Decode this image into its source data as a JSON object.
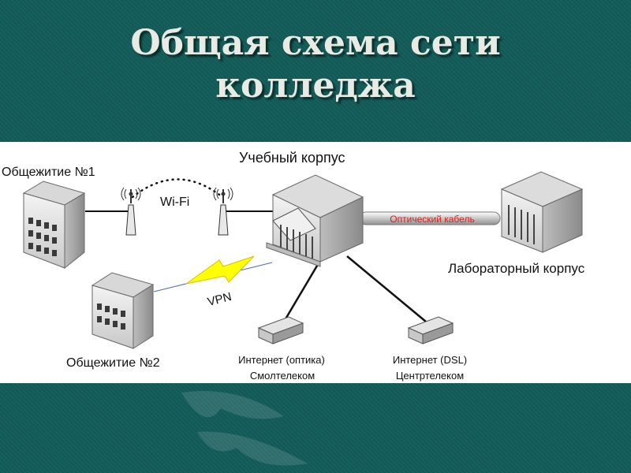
{
  "slide": {
    "title_line1": "Общая схема сети",
    "title_line2": "колледжа"
  },
  "diagram": {
    "main_building": "Учебный корпус",
    "dorm1": "Общежитие №1",
    "dorm2": "Общежитие №2",
    "lab_building": "Лабораторный корпус",
    "wifi_label": "Wi-Fi",
    "vpn_label": "VPN",
    "fiber_label": "Оптический кабель",
    "internet1_line1": "Интернет (оптика)",
    "internet1_line2": "Смолтелеком",
    "internet2_line1": "Интернет (DSL)",
    "internet2_line2": "Центртелеком"
  },
  "colors": {
    "background": "#135d5a",
    "title_text": "#e8eae4",
    "fiber_label": "#d42020",
    "vpn_bolt": "#ffff00"
  }
}
